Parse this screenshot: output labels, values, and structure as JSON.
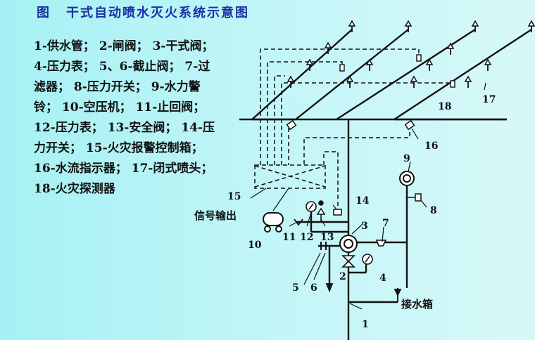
{
  "title": {
    "prefix": "图",
    "text": "干式自动喷水灭火系统示意图"
  },
  "legend_lines": [
    "1-供水管； 2-闸阀； 3-干式阀；",
    "4-压力表； 5、6-截止阀； 7-过",
    "滤器； 8-压力开关； 9-水力警",
    "铃； 10-空压机； 11-止回阀；",
    "12-压力表； 13-安全阀； 14-压",
    "力开关； 15-火灾报警控制箱；",
    "16-水流指示器； 17-闭式喷头；",
    "18-火灾探测器"
  ],
  "diagram": {
    "signal_output": "信号输出",
    "water_box": "接水箱",
    "numbers": [
      "1",
      "2",
      "3",
      "4",
      "5",
      "6",
      "7",
      "8",
      "9",
      "10",
      "11",
      "12",
      "13",
      "14",
      "15",
      "16",
      "17",
      "18"
    ]
  },
  "colors": {
    "background": "#b6f3f5",
    "title": "#1c2fa6",
    "ink": "#111111"
  }
}
